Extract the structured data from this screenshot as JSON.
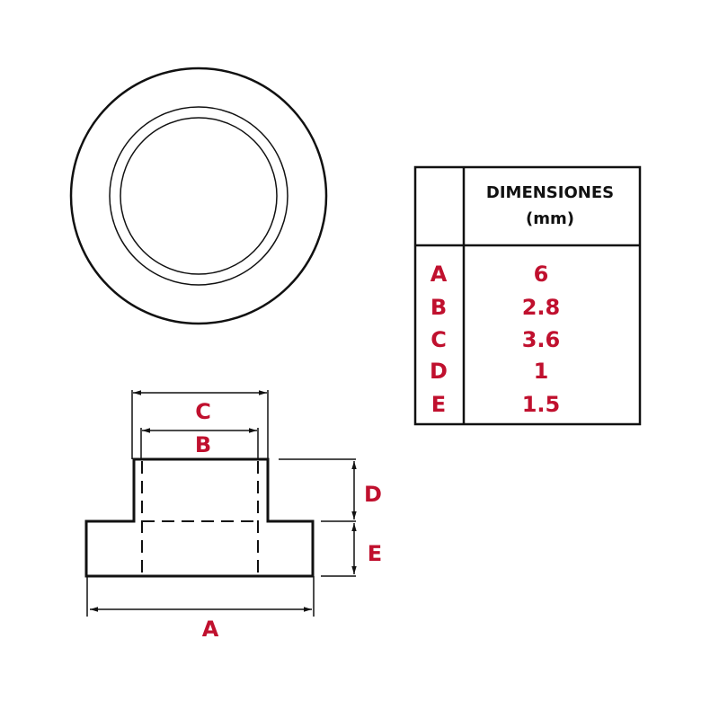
{
  "table": {
    "header_line1": "DIMENSIONES",
    "header_line2": "(mm)",
    "rows": [
      {
        "label": "A",
        "value": "6"
      },
      {
        "label": "B",
        "value": "2.8"
      },
      {
        "label": "C",
        "value": "3.6"
      },
      {
        "label": "D",
        "value": "1"
      },
      {
        "label": "E",
        "value": "1.5"
      }
    ]
  },
  "drawing_labels": {
    "a": "A",
    "b": "B",
    "c": "C",
    "d": "D",
    "e": "E"
  },
  "colors": {
    "label": "#c0102e",
    "line": "#111111"
  }
}
